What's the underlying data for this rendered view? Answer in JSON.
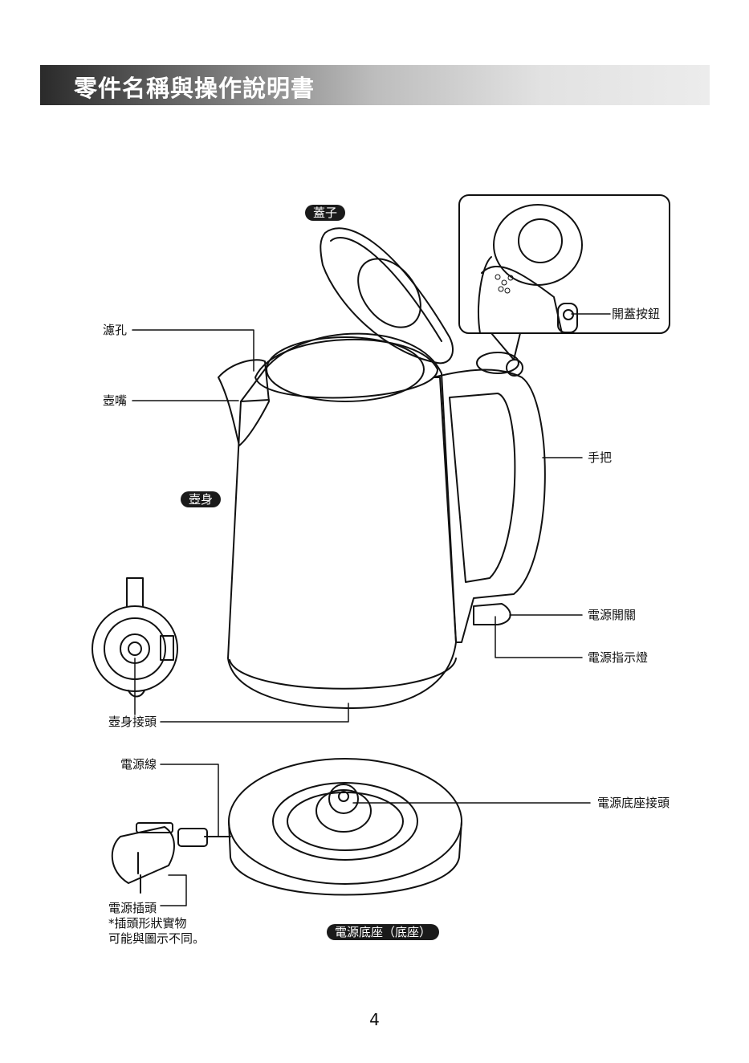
{
  "header": {
    "title": "零件名稱與操作說明書"
  },
  "labels": {
    "lid": "蓋子",
    "filter": "濾孔",
    "spout": "壺嘴",
    "body": "壺身",
    "lid_button": "開蓋按鈕",
    "handle": "手把",
    "power_switch": "電源開關",
    "power_indicator": "電源指示燈",
    "body_connector": "壺身接頭",
    "power_cord": "電源線",
    "base_connector": "電源底座接頭",
    "plug": "電源插頭",
    "plug_note_1": "*插頭形狀實物",
    "plug_note_2": "可能與圖示不同。",
    "base": "電源底座（底座）"
  },
  "page_number": "4"
}
